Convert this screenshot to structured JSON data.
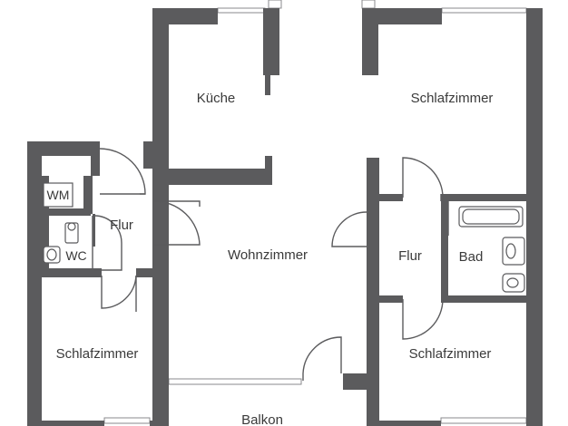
{
  "rooms": {
    "kitchen": "Küche",
    "bedroom_top_right": "Schlafzimmer",
    "washing_machine": "WM",
    "hall_left": "Flur",
    "wc": "WC",
    "living_room": "Wohnzimmer",
    "hall_right": "Flur",
    "bathroom": "Bad",
    "bedroom_bottom_left": "Schlafzimmer",
    "bedroom_bottom_right": "Schlafzimmer",
    "balcony": "Balkon"
  },
  "colors": {
    "wall": "#5b5b5d",
    "background": "#ffffff"
  }
}
